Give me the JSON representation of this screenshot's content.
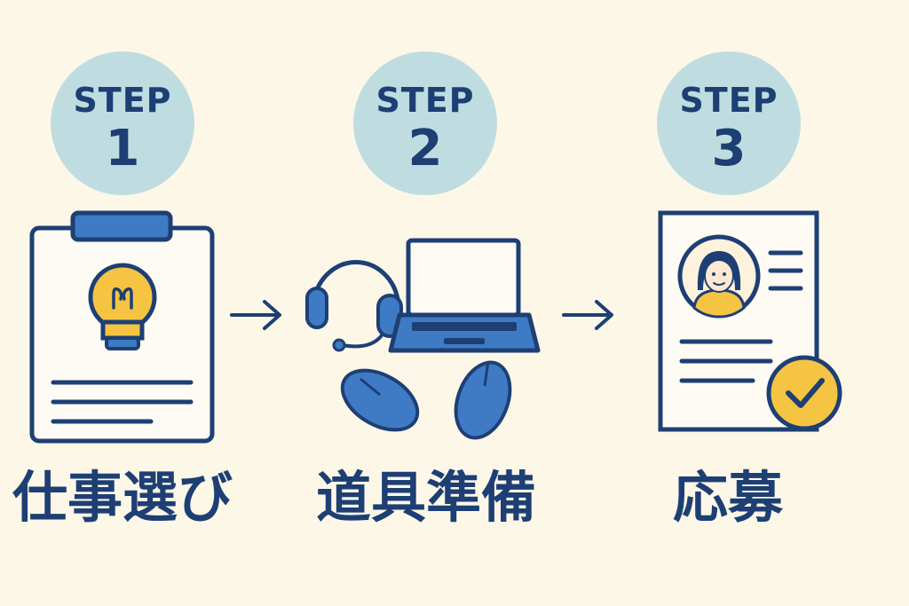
{
  "steps": [
    {
      "step_label": "STEP",
      "number": "1",
      "caption": "仕事選び",
      "icon": "clipboard-lightbulb-icon"
    },
    {
      "step_label": "STEP",
      "number": "2",
      "caption": "道具準備",
      "icon": "headset-laptop-mouse-icon"
    },
    {
      "step_label": "STEP",
      "number": "3",
      "caption": "応募",
      "icon": "resume-check-icon"
    }
  ],
  "arrow_icon": "arrow-right-icon",
  "colors": {
    "background": "#fdf7e8",
    "badge": "#bfdde0",
    "navy": "#1d3f74",
    "blue": "#3f7bc4",
    "yellow": "#f5c443"
  }
}
